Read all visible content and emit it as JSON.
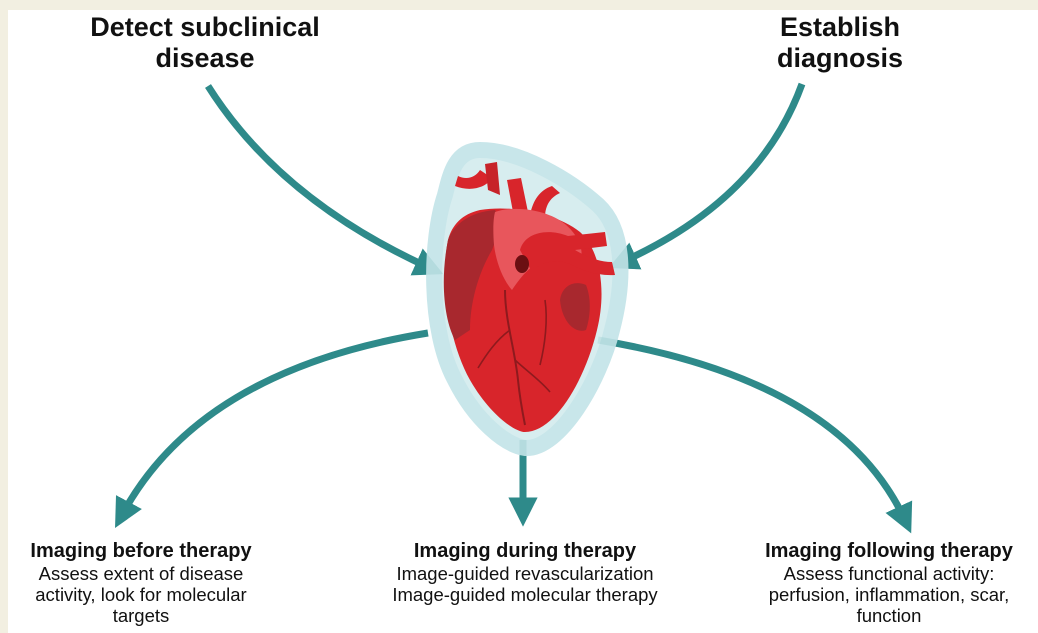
{
  "labels": {
    "top_left": [
      "Detect subclinical",
      "disease"
    ],
    "top_right": [
      "Establish",
      "diagnosis"
    ]
  },
  "stages": [
    {
      "title": "Imaging before therapy",
      "lines": [
        "Assess extent of disease",
        "activity, look for molecular",
        "targets"
      ]
    },
    {
      "title": "Imaging during therapy",
      "lines": [
        "Image-guided revascularization",
        "Image-guided molecular therapy"
      ]
    },
    {
      "title": "Imaging following therapy",
      "lines": [
        "Assess functional activity:",
        "perfusion, inflammation, scar,",
        "function"
      ]
    }
  ],
  "colors": {
    "arrow": "#2e8a8a",
    "heart_main": "#d8252b",
    "heart_dark": "#a8282e",
    "heart_light": "#e8565c",
    "glow": "#cfe9ec",
    "background_border": "#f2efe1"
  },
  "icons": {
    "center": "heart-icon"
  }
}
